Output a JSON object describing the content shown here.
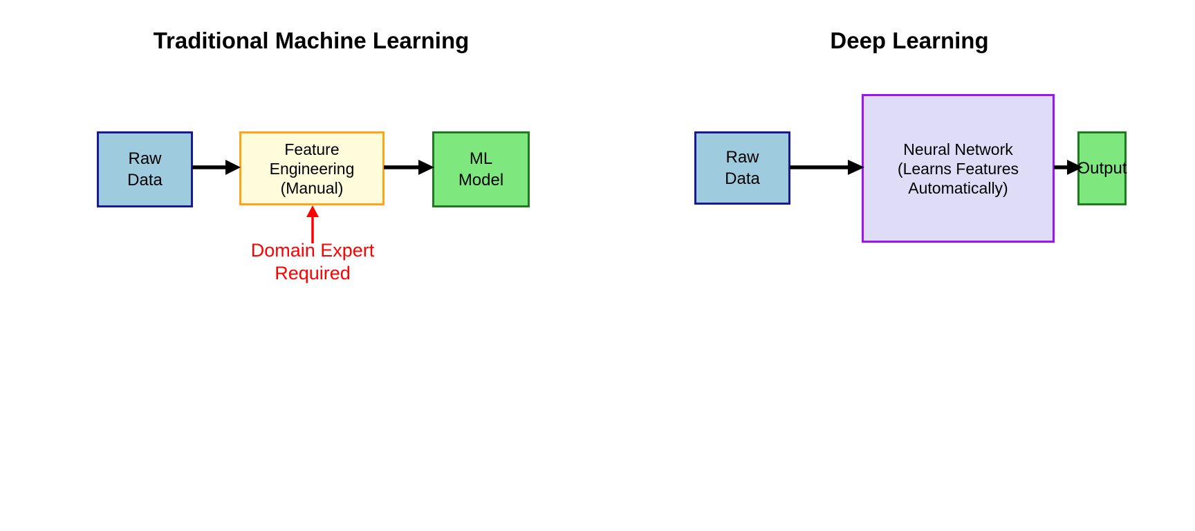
{
  "colors": {
    "background": "#ffffff",
    "box_blue_fill": "#9fcbdf",
    "box_blue_border": "#1a1a8f",
    "box_yellow_fill": "#fefcda",
    "box_yellow_border": "#ffa319",
    "box_green_fill": "#7ee87e",
    "box_green_border": "#1f7a1f",
    "box_purple_fill": "#dedcf6",
    "box_purple_border": "#9b16ea",
    "arrow_black": "#000000",
    "annotation_red": "#ff0000",
    "title_text": "#000000"
  },
  "left_panel": {
    "title": "Traditional Machine Learning",
    "raw_data_box": {
      "lines": [
        "Raw",
        "Data"
      ]
    },
    "feature_engineering_box": {
      "lines": [
        "Feature",
        "Engineering",
        "(Manual)"
      ]
    },
    "ml_model_box": {
      "lines": [
        "ML",
        "Model"
      ]
    },
    "annotation": {
      "lines": [
        "Domain Expert",
        "Required"
      ]
    }
  },
  "right_panel": {
    "title": "Deep Learning",
    "raw_data_box": {
      "lines": [
        "Raw",
        "Data"
      ]
    },
    "neural_network_box": {
      "lines": [
        "Neural Network",
        "(Learns Features",
        "Automatically)"
      ]
    },
    "output_box": {
      "lines": [
        "Output"
      ]
    }
  }
}
